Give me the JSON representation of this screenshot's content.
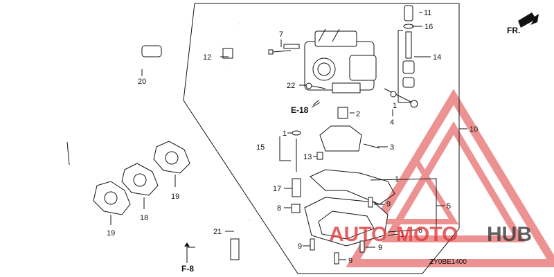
{
  "diagram": {
    "callouts": [
      {
        "id": "c1a",
        "text": "1"
      },
      {
        "id": "c1b",
        "text": "1"
      },
      {
        "id": "c1c",
        "text": "1"
      },
      {
        "id": "c1d",
        "text": "1"
      },
      {
        "id": "c2",
        "text": "2"
      },
      {
        "id": "c3",
        "text": "3"
      },
      {
        "id": "c4",
        "text": "4"
      },
      {
        "id": "c5",
        "text": "5"
      },
      {
        "id": "c6",
        "text": "6"
      },
      {
        "id": "c7",
        "text": "7"
      },
      {
        "id": "c8",
        "text": "8"
      },
      {
        "id": "c9a",
        "text": "9"
      },
      {
        "id": "c9b",
        "text": "9"
      },
      {
        "id": "c9c",
        "text": "9"
      },
      {
        "id": "c9d",
        "text": "9"
      },
      {
        "id": "c10",
        "text": "10"
      },
      {
        "id": "c11",
        "text": "11"
      },
      {
        "id": "c12",
        "text": "12"
      },
      {
        "id": "c13",
        "text": "13"
      },
      {
        "id": "c14",
        "text": "14"
      },
      {
        "id": "c15",
        "text": "15"
      },
      {
        "id": "c16",
        "text": "16"
      },
      {
        "id": "c17",
        "text": "17"
      },
      {
        "id": "c18",
        "text": "18"
      },
      {
        "id": "c19a",
        "text": "19"
      },
      {
        "id": "c19b",
        "text": "19"
      },
      {
        "id": "c20",
        "text": "20"
      },
      {
        "id": "c21",
        "text": "21"
      },
      {
        "id": "c22",
        "text": "22"
      }
    ],
    "refs": {
      "e18": "E-18",
      "f8": "F-8",
      "fr": "FR."
    },
    "drawing_code": "ZY0BE1400"
  },
  "watermark": {
    "part1": "AUTO",
    "part2": "MOTO",
    "part3": "HUB",
    "color_red": "#e03a3a",
    "color_dark": "#3a3a3a"
  }
}
